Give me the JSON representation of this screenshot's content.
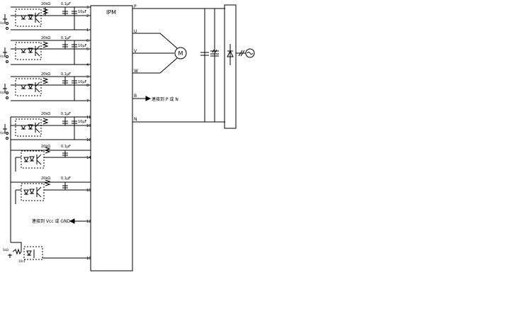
{
  "diagram": {
    "ipm_label": "IPM",
    "terminals_right": {
      "p": "P",
      "u": "U",
      "v": "V",
      "w": "W",
      "b": "B",
      "n": "N"
    },
    "motor_label": "M",
    "note_b": "連接到 P 或 N",
    "note_gnd": "連接到 Vcc 或 GND",
    "resistor_label": "20kΩ",
    "cap_label": "0.1μF",
    "ecap_label": "10μF",
    "vcc_label": "Vcc",
    "pin_numbers": {
      "g1": [
        "3",
        "2",
        "1"
      ],
      "g2": [
        "6",
        "5",
        "4"
      ],
      "g3": [
        "9",
        "8",
        "7"
      ],
      "g4": [
        "11",
        "10",
        "18"
      ],
      "g5": "14",
      "g6": "15",
      "gnd": "12",
      "brake": "16"
    },
    "brake_res_label": "5kΩ",
    "brake_cap_label": "10nF"
  }
}
